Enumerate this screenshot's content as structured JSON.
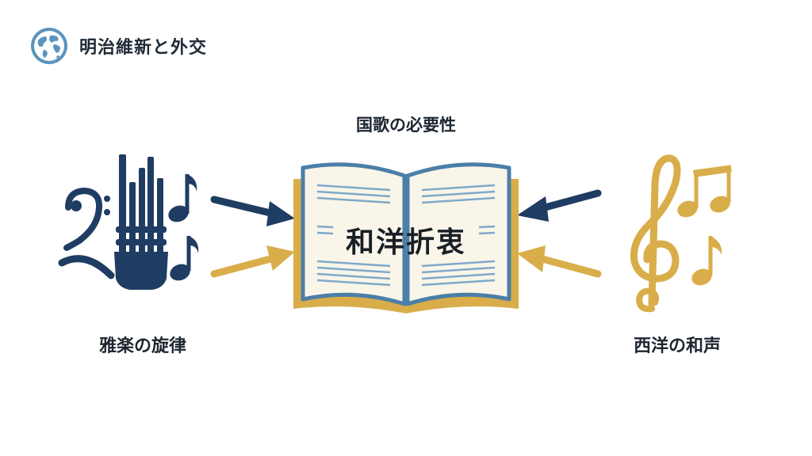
{
  "header": {
    "title": "明治維新と外交",
    "icon": "globe-icon"
  },
  "diagram": {
    "top_label": "国歌の必要性",
    "center_label": "和洋折衷",
    "left_label": "雅楽の旋律",
    "right_label": "西洋の和声"
  },
  "icons": {
    "left": "gagaku-instrument-icon",
    "right": "treble-clef-notes-icon",
    "center": "open-book-icon"
  },
  "colors": {
    "navy": "#1f3d63",
    "gold": "#d9ad4a",
    "globe": "#5b94be",
    "book_border": "#4a7fa8"
  }
}
